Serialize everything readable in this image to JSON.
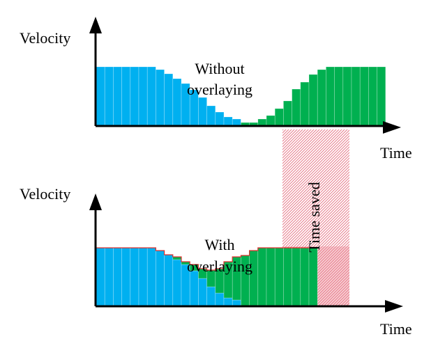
{
  "top_panel": {
    "y_label": "Velocity",
    "x_label": "Time",
    "caption_line1": "Without",
    "caption_line2": "overlaying",
    "decel_heights": [
      84,
      84,
      84,
      84,
      84,
      84,
      84,
      80,
      74,
      67,
      60,
      51,
      40,
      28,
      19,
      12,
      9
    ],
    "accel_heights": [
      4,
      4,
      9,
      14,
      24,
      35,
      52,
      62,
      73,
      80,
      84,
      84,
      84,
      84,
      84,
      84,
      84
    ]
  },
  "bottom_panel": {
    "y_label": "Velocity",
    "x_label": "Time",
    "caption_line1": "With",
    "caption_line2": "overlaying",
    "time_saved_label": "Time saved",
    "decel_heights": [
      84,
      84,
      84,
      84,
      84,
      84,
      84,
      80,
      74,
      67,
      60,
      51,
      40,
      28,
      19,
      12,
      9
    ],
    "accel_heights": [
      4,
      4,
      9,
      14,
      24,
      35,
      52,
      62,
      73,
      80,
      84,
      84,
      84,
      84,
      84,
      84,
      84
    ]
  },
  "colors": {
    "decel_blue": "#00b0f0",
    "accel_green": "#00b050",
    "envelope_red": "#e0312f",
    "hatch_pink": "#e87a8a",
    "axis": "#000000"
  }
}
